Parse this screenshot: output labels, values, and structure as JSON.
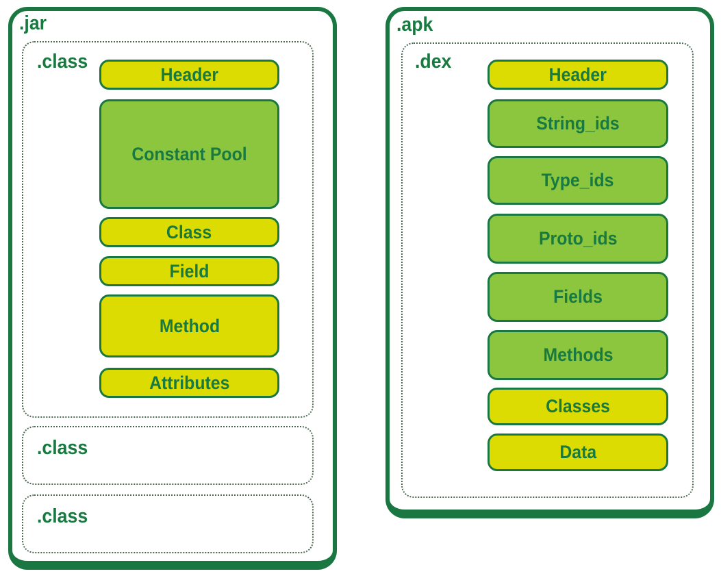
{
  "jar": {
    "label": ".jar",
    "class_main": {
      "label": ".class",
      "boxes": [
        {
          "label": "Header",
          "color": "yellow"
        },
        {
          "label": "Constant Pool",
          "color": "green"
        },
        {
          "label": "Class",
          "color": "yellow"
        },
        {
          "label": "Field",
          "color": "yellow"
        },
        {
          "label": "Method",
          "color": "yellow"
        },
        {
          "label": "Attributes",
          "color": "yellow"
        }
      ]
    },
    "class_empty": [
      ".class",
      ".class"
    ]
  },
  "apk": {
    "label": ".apk",
    "dex": {
      "label": ".dex",
      "boxes": [
        {
          "label": "Header",
          "color": "yellow"
        },
        {
          "label": "String_ids",
          "color": "green"
        },
        {
          "label": "Type_ids",
          "color": "green"
        },
        {
          "label": "Proto_ids",
          "color": "green"
        },
        {
          "label": "Fields",
          "color": "green"
        },
        {
          "label": "Methods",
          "color": "green"
        },
        {
          "label": "Classes",
          "color": "yellow"
        },
        {
          "label": "Data",
          "color": "yellow"
        }
      ]
    }
  },
  "colors": {
    "yellow": "#dddc02",
    "green": "#8cc63e",
    "border": "#1b7742",
    "text": "#187a40",
    "dot": "#4a6a52",
    "background": "#ffffff"
  }
}
